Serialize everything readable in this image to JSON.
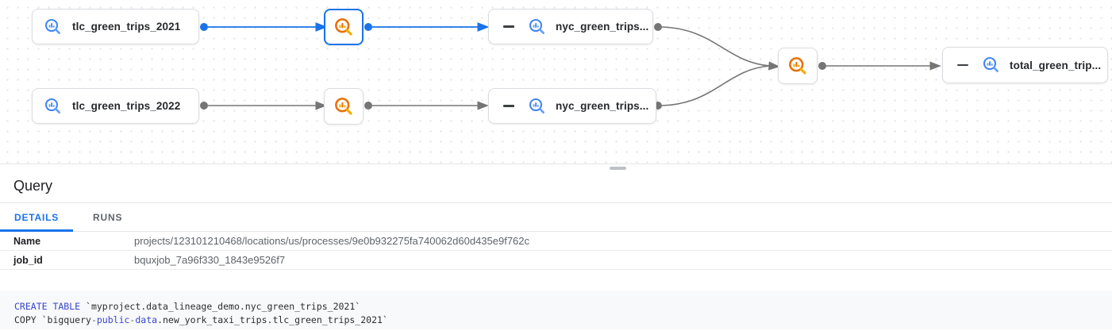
{
  "graph": {
    "nodes": {
      "tlc_2021": {
        "label": "tlc_green_trips_2021",
        "type": "bigquery-table"
      },
      "proc_2021": {
        "type": "process",
        "selected": true
      },
      "nyc_2021": {
        "label": "nyc_green_trips...",
        "type": "bigquery-table"
      },
      "tlc_2022": {
        "label": "tlc_green_trips_2022",
        "type": "bigquery-table"
      },
      "proc_2022": {
        "type": "process",
        "selected": false
      },
      "nyc_2022": {
        "label": "nyc_green_trips...",
        "type": "bigquery-table"
      },
      "proc_union": {
        "type": "process",
        "selected": false
      },
      "total": {
        "label": "total_green_trip...",
        "type": "bigquery-table"
      }
    },
    "colors": {
      "selected_edge": "#1a73e8",
      "edge": "#757575",
      "node_border": "#dadce0",
      "selected_node_border": "#1a73e8",
      "table_icon_blue": "#4285f4",
      "process_icon_orange": "#e8710a"
    }
  },
  "panel": {
    "title": "Query",
    "tabs": [
      {
        "label": "DETAILS",
        "active": true
      },
      {
        "label": "RUNS",
        "active": false
      }
    ],
    "details_rows": [
      {
        "key": "Name",
        "value": "projects/123101210468/locations/us/processes/9e0b932275fa740062d60d435e9f762c"
      },
      {
        "key": "job_id",
        "value": "bquxjob_7a96f330_1843e9526f7"
      }
    ]
  },
  "sql": {
    "line1": [
      {
        "t": "CREATE TABLE",
        "c": "kw"
      },
      {
        "t": " `myproject.data_lineage_demo.nyc_green_trips_2021`",
        "c": "pl"
      }
    ],
    "line2": [
      {
        "t": "COPY `bigquery",
        "c": "pl"
      },
      {
        "t": "-",
        "c": "op"
      },
      {
        "t": "public",
        "c": "kw"
      },
      {
        "t": "-",
        "c": "op"
      },
      {
        "t": "data",
        "c": "kw"
      },
      {
        "t": ".new_york_taxi_trips.tlc_green_trips_2021`",
        "c": "pl"
      }
    ]
  }
}
